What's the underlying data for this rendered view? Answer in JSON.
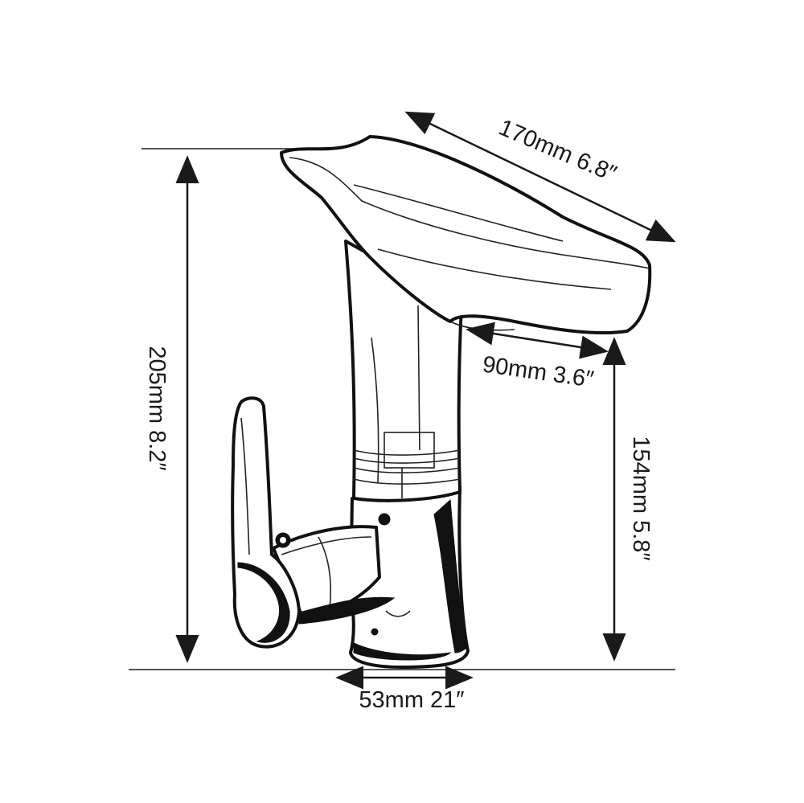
{
  "dimensions": {
    "overall_height": "205mm 8.2″",
    "spout_length": "170mm 6.8″",
    "spout_reach": "90mm 3.6″",
    "spout_height": "154mm 5.8″",
    "base_width": "53mm 21″"
  },
  "product": {
    "type_icon": "waterfall-faucet-illustration"
  }
}
